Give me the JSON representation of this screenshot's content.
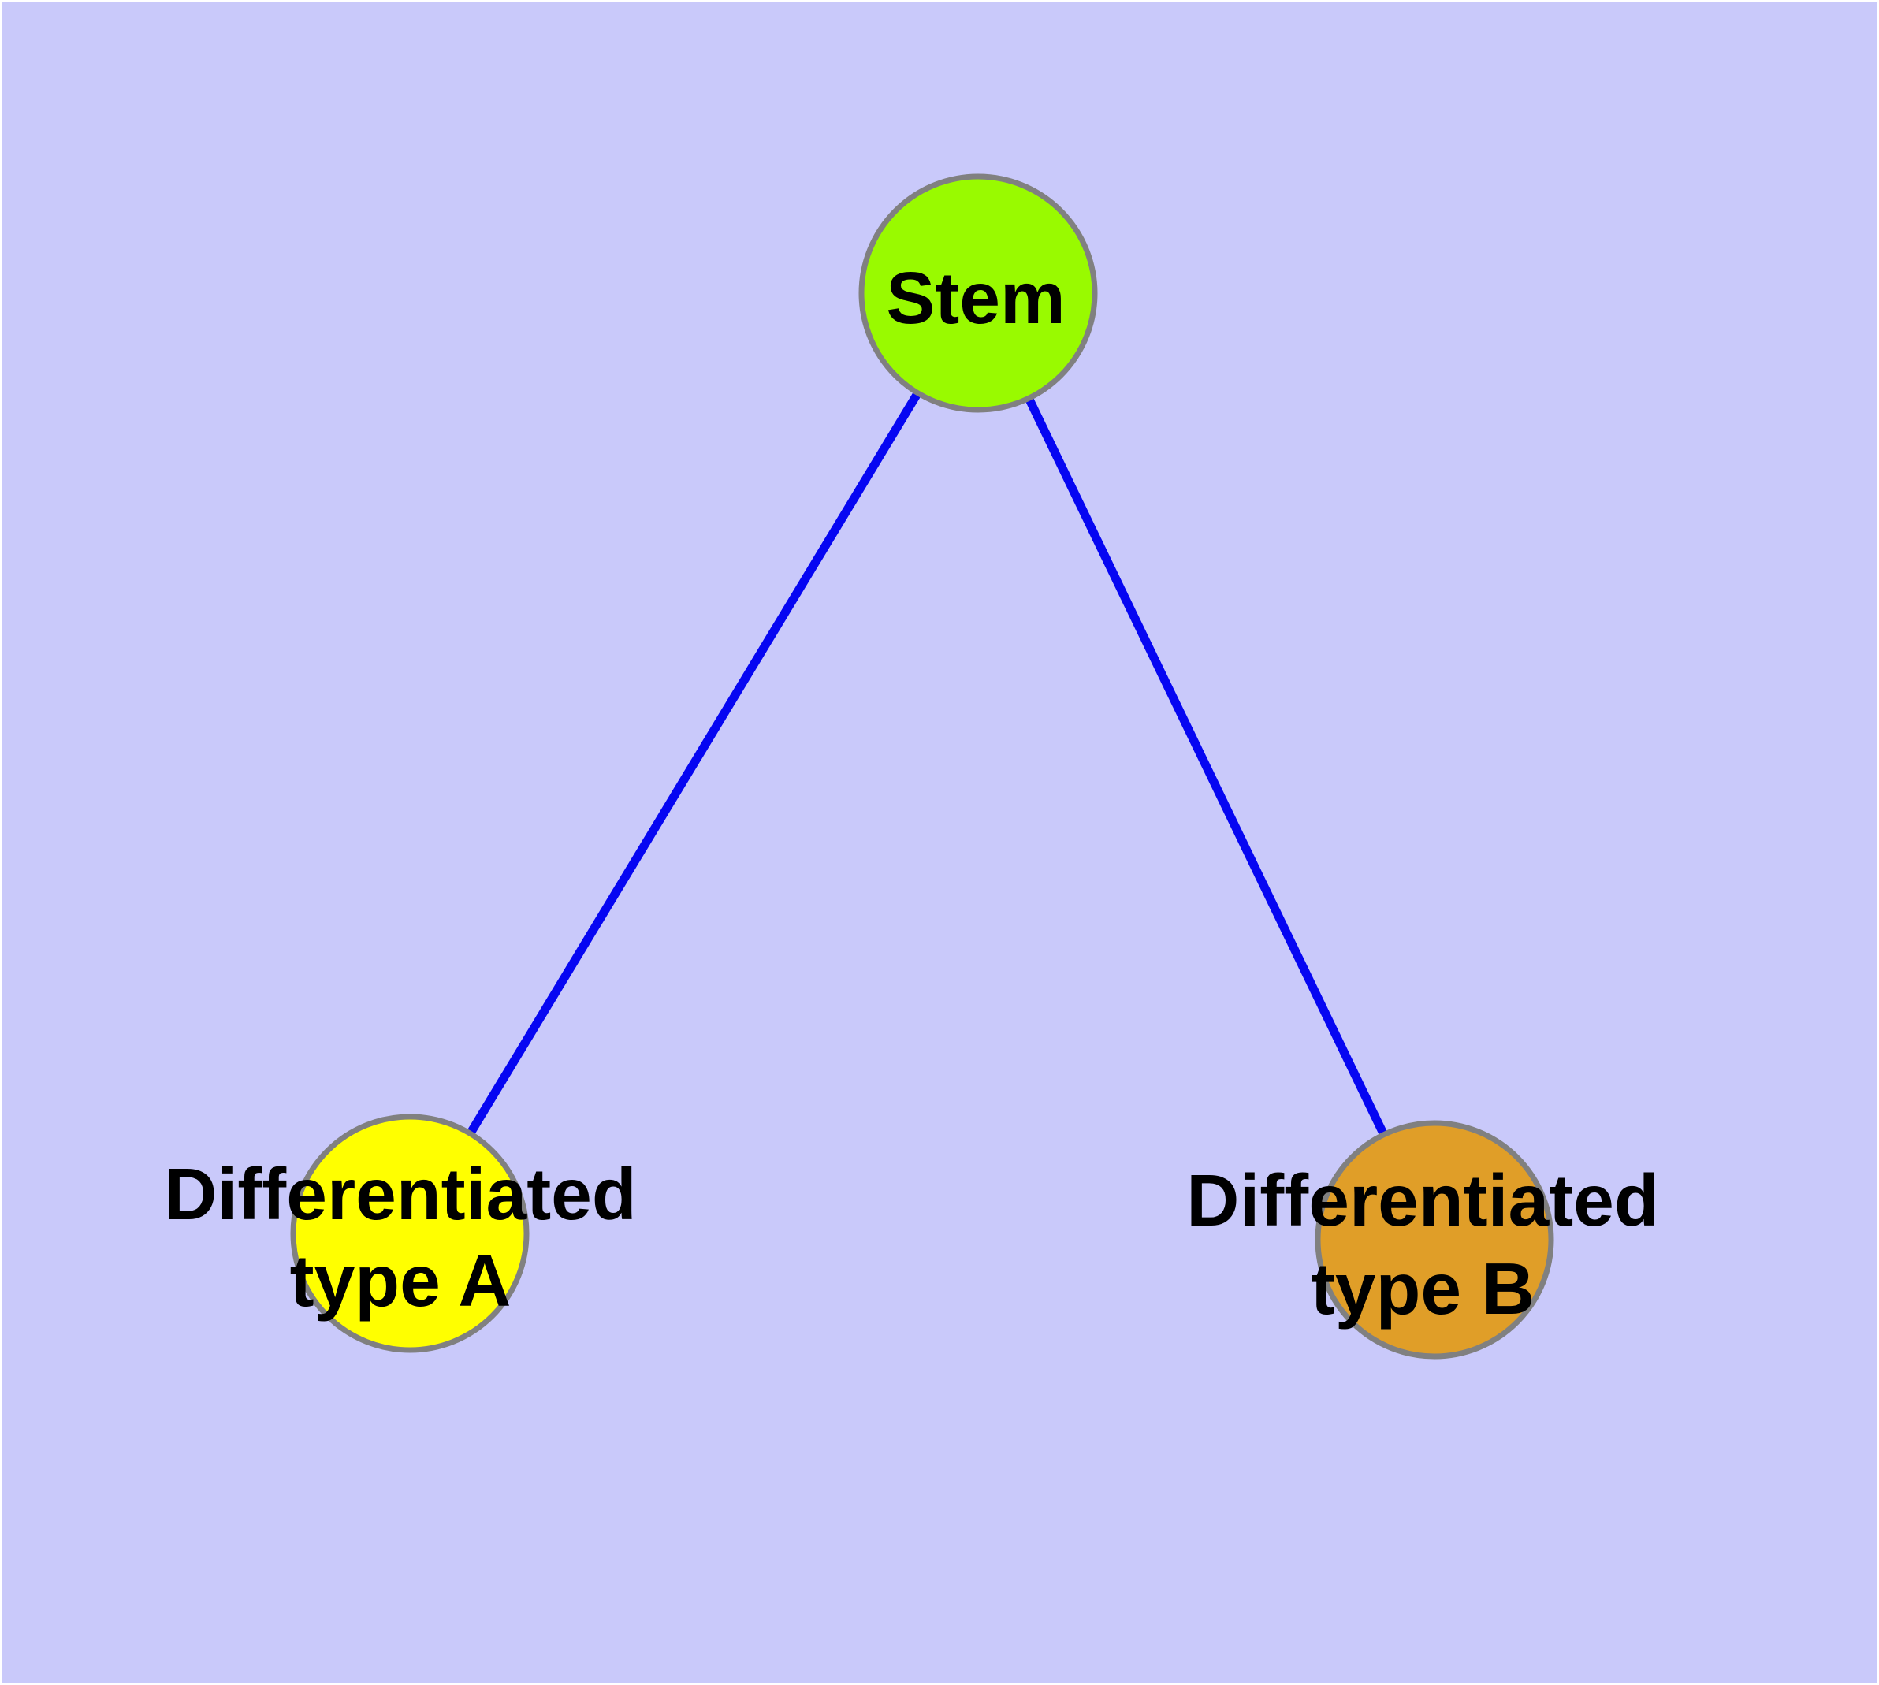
{
  "diagram": {
    "title": "",
    "background_color": "#C9C9FA",
    "frame_color": "#FFFFFF",
    "edge_color": "#0606F2",
    "node_border_color": "#808080",
    "label_color": "#000000",
    "nodes": {
      "stem": {
        "label": "Stem",
        "fill": "#99FA00"
      },
      "type_a": {
        "label_line1": "Differentiated",
        "label_line2": "type A",
        "fill": "#FFFF00"
      },
      "type_b": {
        "label_line1": "Differentiated",
        "label_line2": "type B",
        "fill": "#E09E28"
      }
    },
    "edges": [
      {
        "from": "Stem",
        "to": "Differentiated type A"
      },
      {
        "from": "Stem",
        "to": "Differentiated type B"
      }
    ]
  }
}
